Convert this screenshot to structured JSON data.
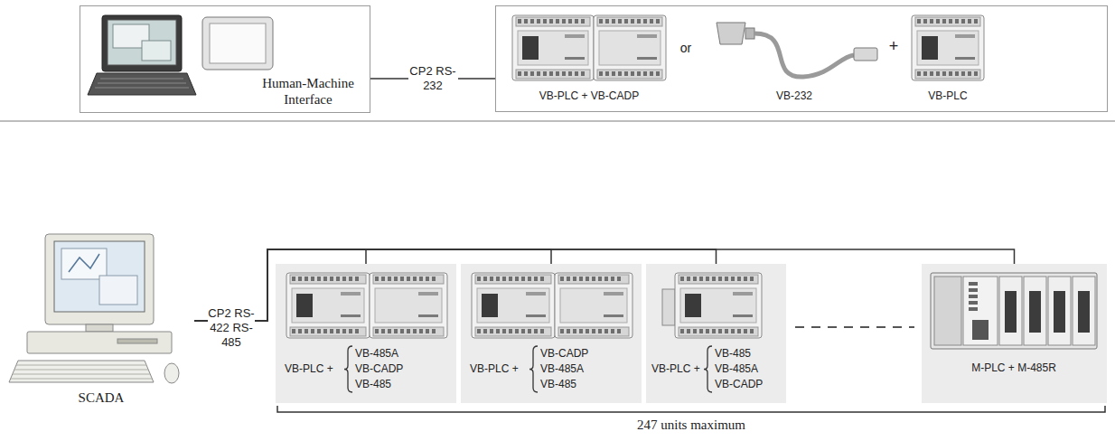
{
  "diagram": {
    "nodes": [
      {
        "text": [
          "Human-Machine Interface"
        ]
      },
      {
        "text": [
          "VB-PLC + VB-CADP",
          "or",
          "VB-232",
          "+",
          "VB-PLC"
        ]
      },
      {
        "text": [
          "SCADA"
        ]
      },
      {
        "text": [
          "VB-PLC +",
          "VB-485A",
          "VB-CADP",
          "VB-485"
        ]
      },
      {
        "text": [
          "VB-PLC +",
          "VB-CADP",
          "VB-485A",
          "VB-485"
        ]
      },
      {
        "text": [
          "VB-PLC +",
          "VB-485",
          "VB-485A",
          "VB-CADP"
        ]
      },
      {
        "text": [
          "M-PLC + M-485R"
        ]
      }
    ],
    "edges": [
      {
        "from": 0,
        "to": 1,
        "arrow": "none",
        "label": "CP2 RS-232"
      },
      {
        "from": 2,
        "to": 3,
        "arrow": "none",
        "label": "CP2 RS-422 RS-485"
      },
      {
        "from": 2,
        "to": 4,
        "arrow": "none"
      },
      {
        "from": 2,
        "to": 5,
        "arrow": "none"
      },
      {
        "from": 2,
        "to": 6,
        "arrow": "none"
      }
    ],
    "labels": [
      "247 units maximum"
    ]
  }
}
